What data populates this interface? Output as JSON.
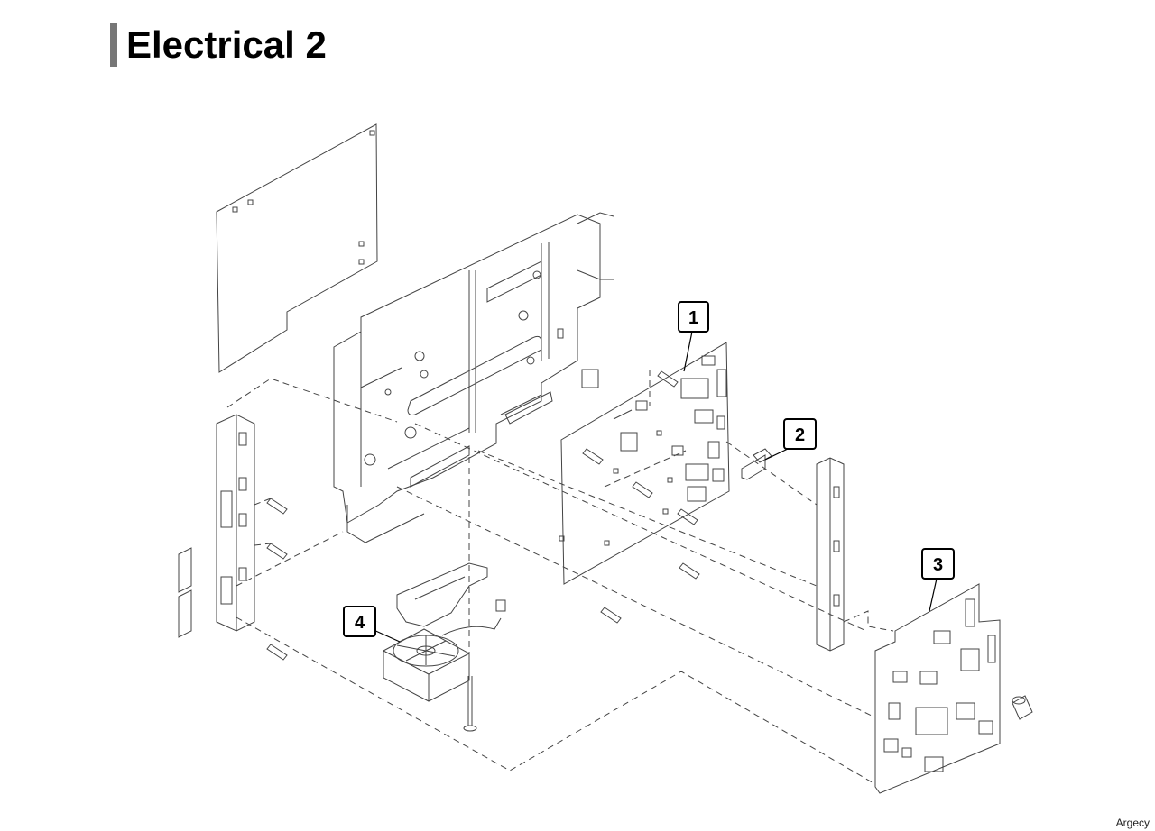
{
  "page": {
    "title": "Electrical 2"
  },
  "callouts": [
    {
      "id": "1",
      "label": "1"
    },
    {
      "id": "2",
      "label": "2"
    },
    {
      "id": "3",
      "label": "3"
    },
    {
      "id": "4",
      "label": "4"
    }
  ],
  "footer": {
    "brand": "Argecy"
  },
  "colors": {
    "line": "#444444",
    "title_bar": "#777777",
    "text": "#000000"
  }
}
